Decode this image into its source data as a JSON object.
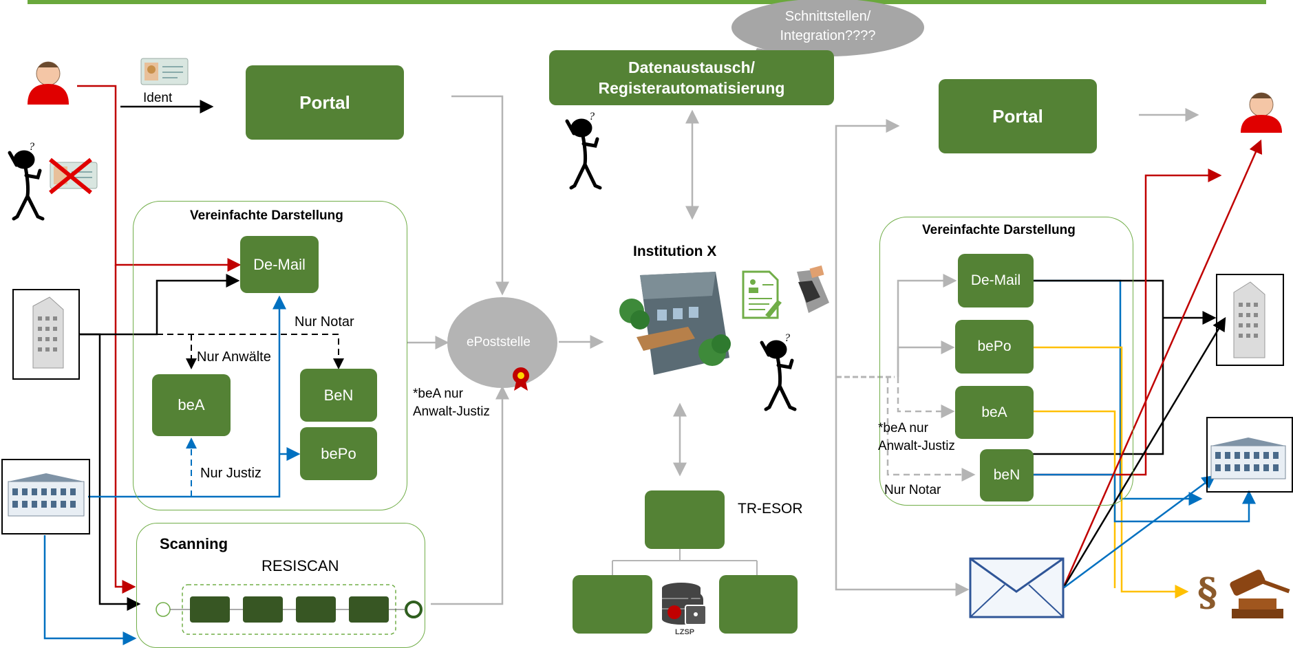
{
  "bubble": {
    "line1": "Schnittstellen/",
    "line2": "Integration????"
  },
  "left": {
    "ident_label": "Ident",
    "portal_label": "Portal",
    "group_title": "Vereinfachte Darstellung",
    "demail_label": "De-Mail",
    "bea_label": "beA",
    "ben_label": "BeN",
    "bepo_label": "bePo",
    "nur_notar": "Nur Notar",
    "nur_anwaelte": "Nur Anwälte",
    "nur_justiz": "Nur Justiz",
    "scanning_title": "Scanning",
    "resiscan_label": "RESISCAN"
  },
  "center": {
    "datenaustausch_line1": "Datenaustausch/",
    "datenaustausch_line2": "Registerautomatisierung",
    "institution_label": "Institution X",
    "epoststelle_label": "ePoststelle",
    "bea_note_line1": "*beA nur",
    "bea_note_line2": "Anwalt-Justiz",
    "tresor_label": "TR-ESOR",
    "lzsp_label": "LZSP"
  },
  "right": {
    "portal_label": "Portal",
    "group_title": "Vereinfachte Darstellung",
    "demail_label": "De-Mail",
    "bepo_label": "bePo",
    "bea_label": "beA",
    "ben_label": "beN",
    "bea_note_line1": "*beA nur",
    "bea_note_line2": "Anwalt-Justiz",
    "nur_notar": "Nur Notar"
  },
  "colors": {
    "green_box": "#548235",
    "green_border": "#70ad47",
    "red_arrow": "#c00000",
    "blue_arrow": "#0070c0",
    "yellow_arrow": "#ffc000",
    "gray_arrow": "#b4b4b4"
  }
}
